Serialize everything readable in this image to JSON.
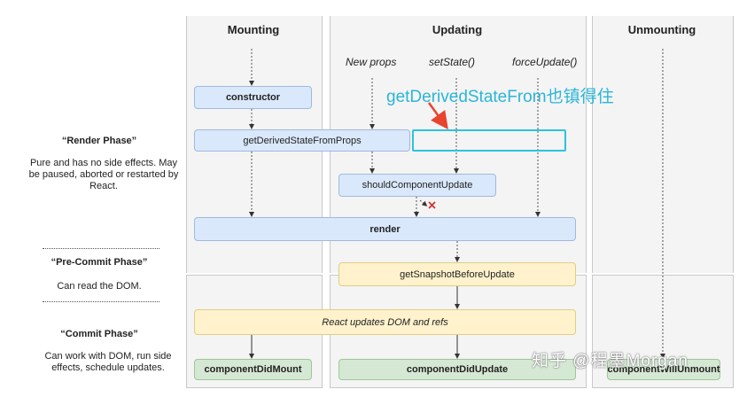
{
  "columns": {
    "mounting": "Mounting",
    "updating": "Updating",
    "unmounting": "Unmounting"
  },
  "phases": {
    "render_title": "“Render Phase”",
    "render_desc": "Pure and has no side effects. May be paused, aborted or restarted by React.",
    "precommit_title": "“Pre-Commit Phase”",
    "precommit_desc": "Can read the DOM.",
    "commit_title": "“Commit Phase”",
    "commit_desc": "Can work with DOM, run side effects, schedule updates."
  },
  "triggers": {
    "new_props": "New props",
    "set_state": "setState()",
    "force_update": "forceUpdate()"
  },
  "nodes": {
    "constructor": "constructor",
    "get_derived_state": "getDerivedStateFromProps",
    "should_update": "shouldComponentUpdate",
    "render": "render",
    "get_snapshot": "getSnapshotBeforeUpdate",
    "react_updates": "React updates DOM and refs",
    "did_mount": "componentDidMount",
    "did_update": "componentDidUpdate",
    "will_unmount": "componentWillUnmount"
  },
  "annotation": "getDerivedStateFrom也镇得住",
  "watermark": "知乎 @程墨Morgan",
  "colors": {
    "blue": "#dae8fc",
    "yellow": "#fff2cc",
    "green": "#d5e8d4",
    "annotation": "#2bb5d8",
    "red_arrow": "#e8442e",
    "cross": "#d93030"
  }
}
